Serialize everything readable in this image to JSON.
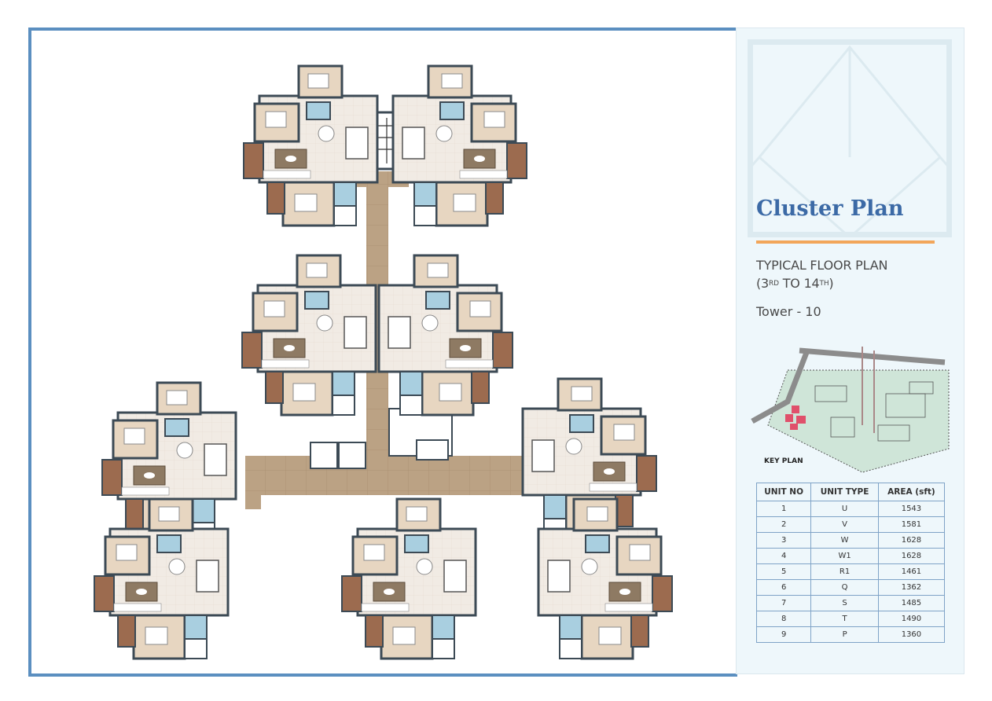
{
  "panel": {
    "title": "Cluster Plan",
    "subtitle_line1": "TYPICAL FLOOR PLAN",
    "subtitle_line2_prefix": "(3",
    "subtitle_sup1": "RD",
    "subtitle_mid": " TO 14",
    "subtitle_sup2": "TH",
    "subtitle_suffix": ")",
    "tower": "Tower - 10",
    "key_plan_label": "KEY PLAN"
  },
  "colors": {
    "frame_border": "#5b8fc0",
    "title": "#3c6aa6",
    "accent_rule": "#f2a65a",
    "panel_bg": "#eef7fb",
    "corridor": "#b8a184",
    "balcony": "#9c6b4f",
    "bathroom": "#a9cfe0",
    "highlight_tower": "#e0506b"
  },
  "unit_table": {
    "headers": [
      "UNIT NO",
      "UNIT TYPE",
      "AREA (sft)"
    ],
    "rows": [
      [
        "1",
        "U",
        "1543"
      ],
      [
        "2",
        "V",
        "1581"
      ],
      [
        "3",
        "W",
        "1628"
      ],
      [
        "4",
        "W1",
        "1628"
      ],
      [
        "5",
        "R1",
        "1461"
      ],
      [
        "6",
        "Q",
        "1362"
      ],
      [
        "7",
        "S",
        "1485"
      ],
      [
        "8",
        "T",
        "1490"
      ],
      [
        "9",
        "P",
        "1360"
      ]
    ]
  }
}
